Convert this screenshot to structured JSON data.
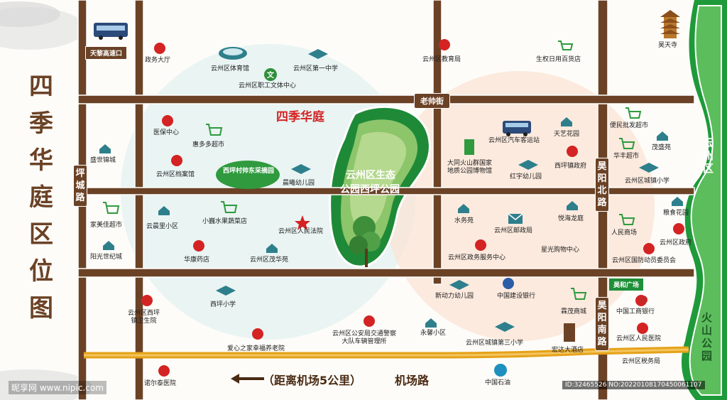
{
  "title_chars": [
    "四",
    "季",
    "华",
    "庭",
    "区",
    "位",
    "图"
  ],
  "project_name": "四季华庭",
  "roads": {
    "pingcheng": "坪城路",
    "laoshuai": "老帅街",
    "haoyang_north": "昊阳北路",
    "haoyang_south": "昊阳南路",
    "airport": "机场路",
    "airport_distance": "（距离机场5公里）"
  },
  "signs": {
    "tianli_exit": "天黎高速口",
    "haohe_square": "昊和广场",
    "xipo_garden": "西坪村帅东采摘园"
  },
  "park": {
    "line1": "云州区生态",
    "line2": "公园西坪公园"
  },
  "regions": {
    "yunzhou": "云州区",
    "volcano": "火山公园"
  },
  "pois": {
    "zhengwu": "政务大厅",
    "tiyuguan": "云州区体育馆",
    "diyizhongxue": "云州区第一中学",
    "zhigong": "云州区职工文体中心",
    "jiaoyuju": "云州区教育局",
    "baihuo": "生权日用百货店",
    "haotiansi": "昊天寺",
    "yibao": "医保中心",
    "huiduoduo": "惠多多超市",
    "shengshi": "盛世锦城",
    "dangan": "云州区档案馆",
    "chenxi": "晨曦幼儿园",
    "meijia": "家美佳超市",
    "yunli": "云晨里小区",
    "xiaowei": "小巍水果蔬菜店",
    "renminfayuan": "云州区人民法院",
    "yangguang": "阳光世纪城",
    "huakang": "华康药店",
    "maohua": "云州区茂华苑",
    "bianmin": "便民批发超市",
    "huafeng": "华丰超市",
    "maosheng": "茂盛苑",
    "qiche": "云州区汽车客运站",
    "tianyi": "天艺花园",
    "datong": "大同火山群国家\n地质公园博物馆",
    "hongyu": "红宇幼儿园",
    "xipozhen": "西坪镇政府",
    "chengzhen": "云州区城镇小学",
    "liangshi": "粮食花园",
    "shuiwu": "水务苑",
    "youzheng": "云州区邮政局",
    "yuehai": "悦海龙庭",
    "renminshangchang": "人民商场",
    "quzhengfu": "云州区政府",
    "zhengwuzhongxin": "云州区政务服务中心",
    "xingguang": "星光购物中心",
    "guofang": "云州区国防动员委员会",
    "xipoxiaoxue": "西坪小学",
    "weisheng": "云州区西坪\n镇卫生院",
    "gonganju": "云州区公安局交通警察\n大队车辆管理所",
    "yongxin": "永馨小区",
    "chengzhen3": "云州区城镇第三小学",
    "dongli": "新动力幼儿园",
    "jianshe": "中国建设银行",
    "senmao": "霖茂商城",
    "gongshang": "中国工商银行",
    "renminyiyuan": "云州区人民医院",
    "aixin": "爱心之家幸福养老院",
    "hongda": "宏达大酒店",
    "shuiwuju": "云州区税务局",
    "nuoer": "诺尔泰医院",
    "shiyou": "中国石油"
  },
  "watermark": {
    "left": "昵享网 www.nipic.com",
    "right": "ID:32465526 NO:20220108170450061107"
  },
  "colors": {
    "road": "#6b4226",
    "park_dark": "#1e8a37",
    "park_light": "#8cc56a",
    "green_region": "#2f9a3e",
    "red": "#d42323",
    "teal": "#2e7f8c"
  }
}
